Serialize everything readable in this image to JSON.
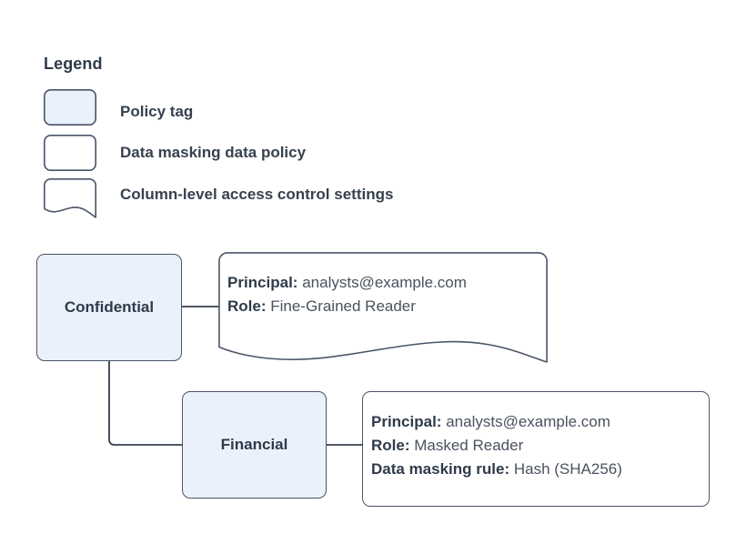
{
  "legend": {
    "title": "Legend",
    "items": [
      {
        "shape": "rounded-rect-filled",
        "label": "Policy tag",
        "fill": "#eaf1fb"
      },
      {
        "shape": "rounded-rect",
        "label": "Data masking data policy",
        "fill": "#ffffff"
      },
      {
        "shape": "document-wave",
        "label": "Column-level access control settings",
        "fill": "#ffffff"
      }
    ]
  },
  "diagram": {
    "nodes": [
      {
        "id": "confidential",
        "label": "Confidential",
        "fill": "#eaf1fb"
      },
      {
        "id": "financial",
        "label": "Financial",
        "fill": "#eaf1fb"
      }
    ],
    "callouts": [
      {
        "id": "confidential-settings",
        "shape": "document-wave",
        "lines": [
          {
            "key": "Principal:",
            "value": "analysts@example.com"
          },
          {
            "key": "Role:",
            "value": "Fine-Grained Reader"
          }
        ]
      },
      {
        "id": "financial-policy",
        "shape": "rounded-rect",
        "lines": [
          {
            "key": "Principal:",
            "value": "analysts@example.com"
          },
          {
            "key": "Role:",
            "value": "Masked Reader"
          },
          {
            "key": "Data masking rule:",
            "value": "Hash (SHA256)"
          }
        ]
      }
    ]
  },
  "colors": {
    "node_fill": "#eaf1fb",
    "stroke": "#4a5568",
    "text": "#2f3b4a",
    "value_text": "#4a5160",
    "background": "#ffffff"
  }
}
